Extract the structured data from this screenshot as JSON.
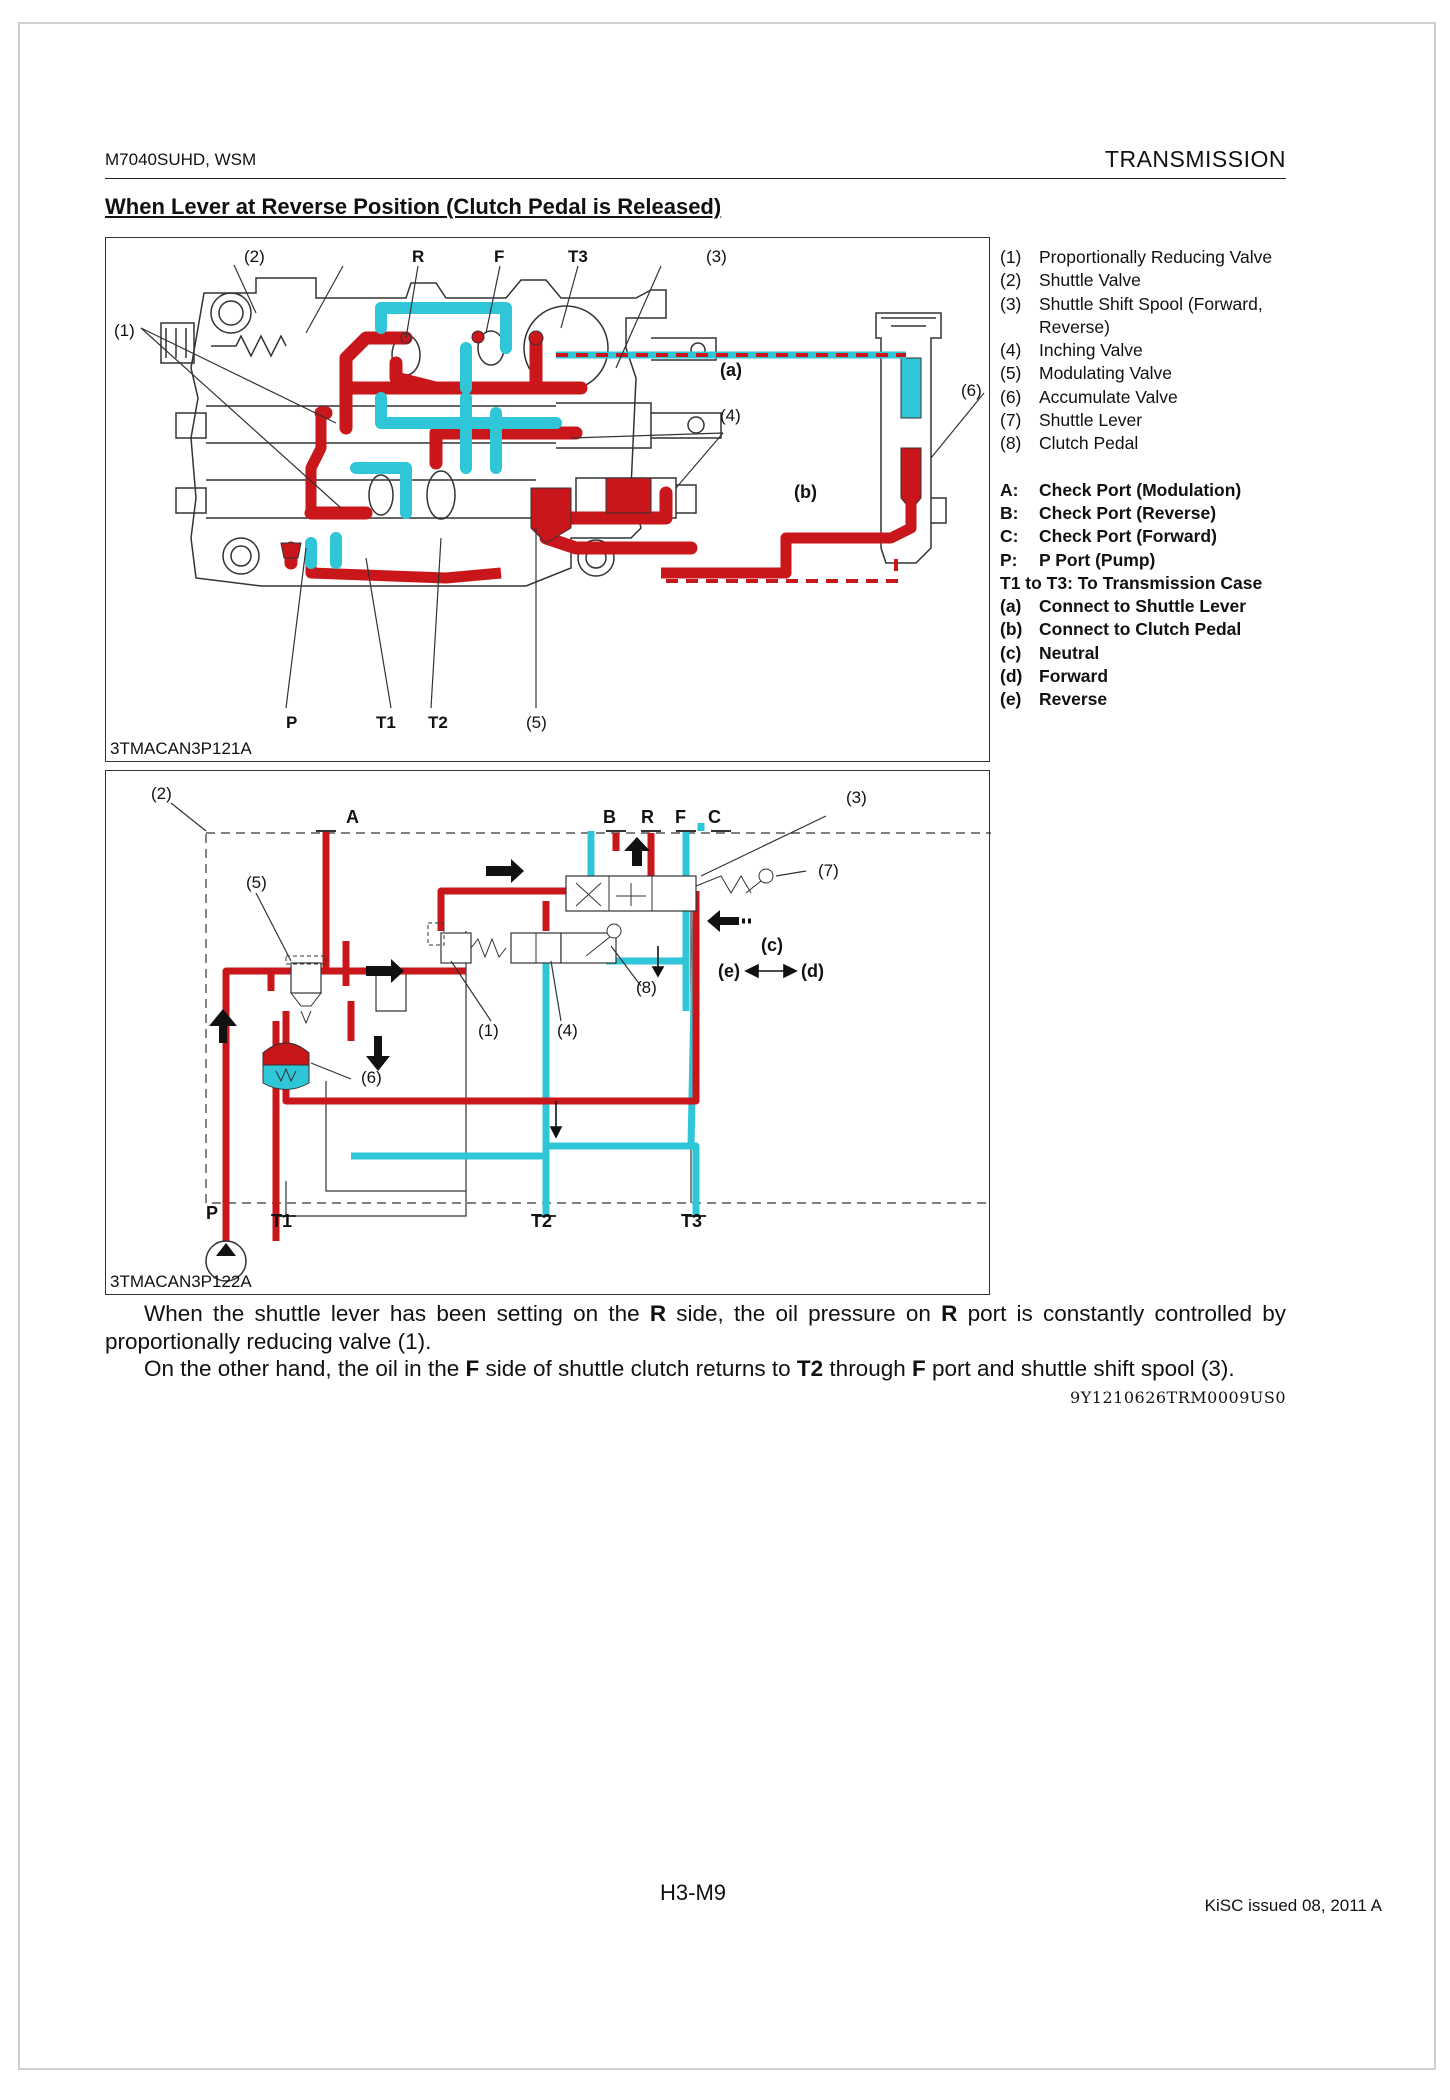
{
  "header": {
    "model": "M7040SUHD, WSM",
    "section": "TRANSMISSION"
  },
  "title": "When Lever at Reverse Position (Clutch Pedal is Released)",
  "figure1": {
    "code": "3TMACAN3P121A",
    "labels": {
      "n1": "(1)",
      "n2": "(2)",
      "n3": "(3)",
      "n4": "(4)",
      "n5": "(5)",
      "n6": "(6)",
      "R": "R",
      "F": "F",
      "T3": "T3",
      "P": "P",
      "T1": "T1",
      "T2": "T2",
      "a": "(a)",
      "b": "(b)"
    }
  },
  "figure2": {
    "code": "3TMACAN3P122A",
    "labels": {
      "n1": "(1)",
      "n2": "(2)",
      "n3": "(3)",
      "n4": "(4)",
      "n5": "(5)",
      "n6": "(6)",
      "n7": "(7)",
      "n8": "(8)",
      "A": "A",
      "B": "B",
      "R": "R",
      "F": "F",
      "C": "C",
      "P": "P",
      "T1": "T1",
      "T2": "T2",
      "T3": "T3",
      "c": "(c)",
      "d": "(d)",
      "e": "(e)"
    }
  },
  "legend": {
    "parts": [
      {
        "key": "(1)",
        "text": "Proportionally Reducing Valve"
      },
      {
        "key": "(2)",
        "text": "Shuttle Valve"
      },
      {
        "key": "(3)",
        "text": "Shuttle Shift Spool (Forward, Reverse)"
      },
      {
        "key": "(4)",
        "text": "Inching Valve"
      },
      {
        "key": "(5)",
        "text": "Modulating Valve"
      },
      {
        "key": "(6)",
        "text": "Accumulate Valve"
      },
      {
        "key": "(7)",
        "text": "Shuttle Lever"
      },
      {
        "key": "(8)",
        "text": "Clutch Pedal"
      }
    ],
    "ports": [
      {
        "key": "A:",
        "text": "Check Port (Modulation)"
      },
      {
        "key": "B:",
        "text": "Check Port (Reverse)"
      },
      {
        "key": "C:",
        "text": "Check Port (Forward)"
      },
      {
        "key": "P:",
        "text": "P Port (Pump)"
      }
    ],
    "transmission_case": "T1 to T3: To Transmission Case",
    "refs": [
      {
        "key": "(a)",
        "text": "Connect to Shuttle Lever"
      },
      {
        "key": "(b)",
        "text": "Connect to Clutch Pedal"
      },
      {
        "key": "(c)",
        "text": "Neutral"
      },
      {
        "key": "(d)",
        "text": "Forward"
      },
      {
        "key": "(e)",
        "text": "Reverse"
      }
    ]
  },
  "body": {
    "p1": {
      "s1": "When the shuttle lever has been setting on the ",
      "b1": "R",
      "s2": " side, the oil pressure on ",
      "b2": "R",
      "s3": " port is constantly controlled by proportionally reducing valve (1)."
    },
    "p2": {
      "s1": "On the other hand, the oil in the ",
      "b1": "F",
      "s2": " side of shuttle clutch returns to ",
      "b2": "T2",
      "s3": " through ",
      "b3": "F",
      "s4": " port and shuttle shift spool (3)."
    }
  },
  "doc_code": "9Y1210626TRM0009US0",
  "footer": {
    "page": "H3-M9",
    "issued": "KiSC issued 08, 2011 A"
  },
  "colors": {
    "pressure": "#c8161b",
    "return": "#2fc6d8",
    "line": "#333333"
  }
}
